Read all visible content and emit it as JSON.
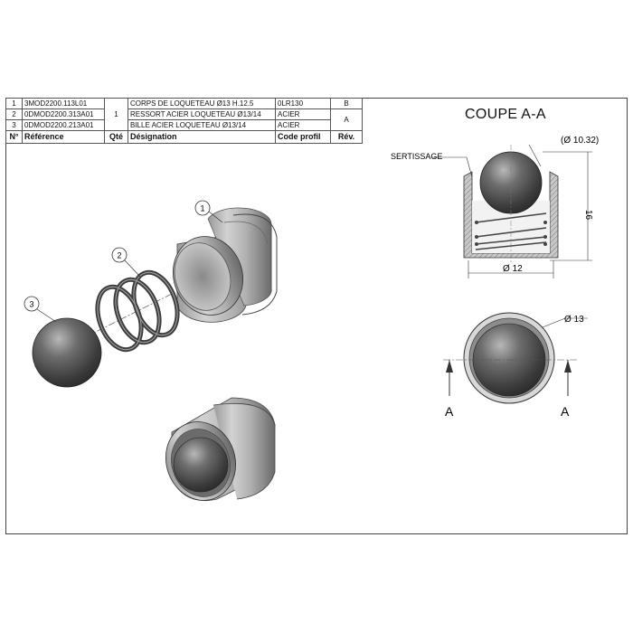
{
  "bom": {
    "header": {
      "n": "N°",
      "ref": "Référence",
      "qty": "Qté",
      "des": "Désignation",
      "profil": "Code profil",
      "rev": "Rév."
    },
    "rows": [
      {
        "n": "1",
        "ref": "3MOD2200.113L01",
        "des": "CORPS DE LOQUETEAU Ø13 H.12.5",
        "profil": "0LR130"
      },
      {
        "n": "2",
        "ref": "0DMOD2200.313A01",
        "des": "RESSORT ACIER LOQUETEAU Ø13/14",
        "profil": "ACIER"
      },
      {
        "n": "3",
        "ref": "0DMOD2200.213A01",
        "des": "BILLE ACIER LOQUETEAU Ø13/14",
        "profil": "ACIER"
      }
    ],
    "qty_merged": "1",
    "rev_row1": "B",
    "rev_merged": "A"
  },
  "section": {
    "title": "COUPE A-A",
    "sertissage": "SERTISSAGE",
    "dim_ball": "(Ø 10.32)",
    "dim_height": "16",
    "dim_base": "Ø 12",
    "dim_top": "Ø 13",
    "cut_left": "A",
    "cut_right": "A"
  },
  "balloons": {
    "b1": "1",
    "b2": "2",
    "b3": "3"
  }
}
